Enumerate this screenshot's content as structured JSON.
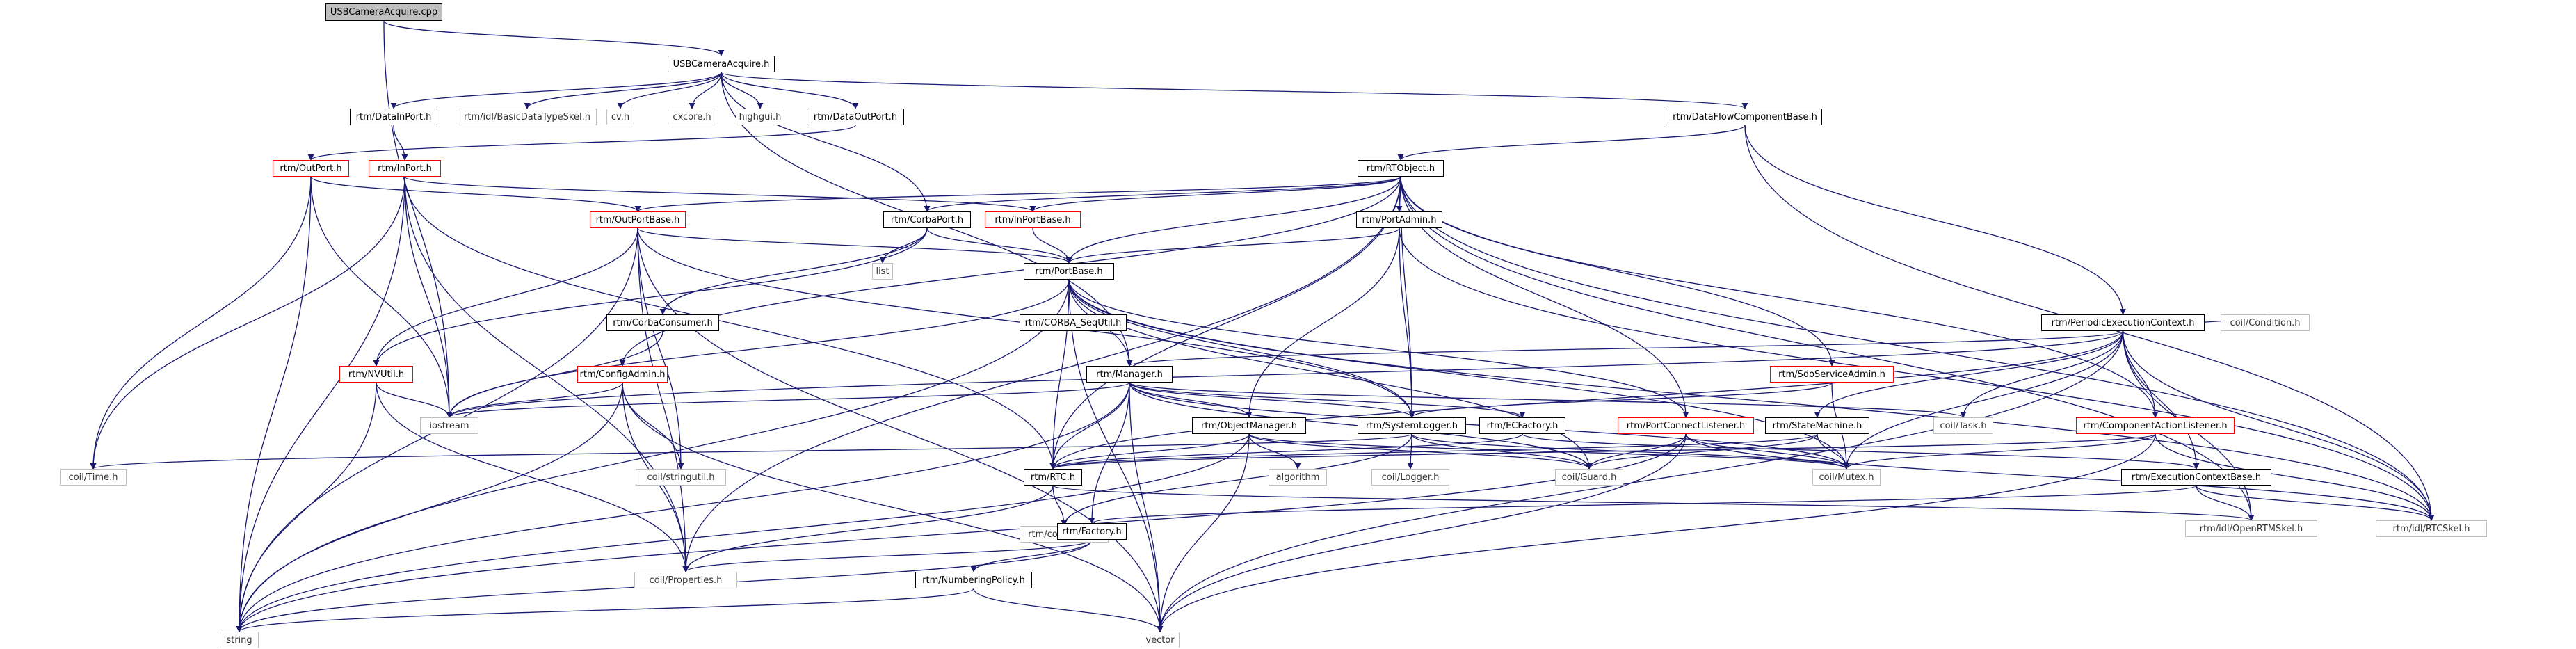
{
  "diagram": {
    "type": "include-dependency-graph",
    "colors": {
      "edge": "#191970",
      "root_fill": "#bfbfbf",
      "node_border": "#000000",
      "incomplete_border": "#ff0000",
      "system_border": "#bfbfbf"
    },
    "nodes": [
      {
        "id": "usbcam_cpp",
        "label": "USBCameraAcquire.cpp",
        "style": "root"
      },
      {
        "id": "usbcam_h",
        "label": "USBCameraAcquire.h",
        "style": "black"
      },
      {
        "id": "datainport",
        "label": "rtm/DataInPort.h",
        "style": "black"
      },
      {
        "id": "basicdatatype",
        "label": "rtm/idl/BasicDataTypeSkel.h",
        "style": "grey"
      },
      {
        "id": "cv",
        "label": "cv.h",
        "style": "grey"
      },
      {
        "id": "cvh",
        "label": "cv.h",
        "style": "grey"
      },
      {
        "id": "cxcore",
        "label": "cxcore.h",
        "style": "grey"
      },
      {
        "id": "highgui",
        "label": "highgui.h",
        "style": "grey"
      },
      {
        "id": "dataoutport",
        "label": "rtm/DataOutPort.h",
        "style": "black"
      },
      {
        "id": "dataflowcomp",
        "label": "rtm/DataFlowComponentBase.h",
        "style": "black"
      },
      {
        "id": "outport",
        "label": "rtm/OutPort.h",
        "style": "red"
      },
      {
        "id": "inport",
        "label": "rtm/InPort.h",
        "style": "red"
      },
      {
        "id": "rtobject",
        "label": "rtm/RTObject.h",
        "style": "black"
      },
      {
        "id": "outportbase",
        "label": "rtm/OutPortBase.h",
        "style": "red"
      },
      {
        "id": "corbaport",
        "label": "rtm/CorbaPort.h",
        "style": "black"
      },
      {
        "id": "inportbase",
        "label": "rtm/InPortBase.h",
        "style": "red"
      },
      {
        "id": "portadmin",
        "label": "rtm/PortAdmin.h",
        "style": "black"
      },
      {
        "id": "list",
        "label": "list",
        "style": "grey"
      },
      {
        "id": "portbase",
        "label": "rtm/PortBase.h",
        "style": "black"
      },
      {
        "id": "corbaconsumer",
        "label": "rtm/CorbaConsumer.h",
        "style": "black"
      },
      {
        "id": "corbaseq% ",
        "label": "rtm/CORBA_SeqUtil.h",
        "style": "black"
      },
      {
        "id": "periodicec",
        "label": "rtm/PeriodicExecutionContext.h",
        "style": "black"
      },
      {
        "id": "condition",
        "label": "coil/Condition.h",
        "style": "grey"
      },
      {
        "id": "nvutil",
        "label": "rtm/NVUtil.h",
        "style": "red"
      },
      {
        "id": "configadmin",
        "label": "rtm/ConfigAdmin.h",
        "style": "red"
      },
      {
        "id": "manager",
        "label": "rtm/Manager.h",
        "style": "black"
      },
      {
        "id": "sdoservice",
        "label": "rtm/SdoServiceAdmin.h",
        "style": "red"
      },
      {
        "id": "iostream",
        "label": "iostream",
        "style": "grey"
      },
      {
        "id": "objectmanager",
        "label": "rtm/ObjectManager.h",
        "style": "black"
      },
      {
        "id": "systemlogger",
        "label": "rtm/SystemLogger.h",
        "style": "black"
      },
      {
        "id": "ecfactory",
        "label": "rtm/ECFactory.h",
        "style": "black"
      },
      {
        "id": "portconnect",
        "label": "rtm/PortConnectListener.h",
        "style": "red"
      },
      {
        "id": "statemachine",
        "label": "rtm/StateMachine.h",
        "style": "black"
      },
      {
        "id": "task",
        "label": "coil/Task.h",
        "style": "grey"
      },
      {
        "id": "componentaction",
        "label": "rtm/ComponentActionListener.h",
        "style": "red"
      },
      {
        "id": "time",
        "label": "coil/Time.h",
        "style": "grey"
      },
      {
        "id": "stringutil",
        "label": "coil/stringutil.h",
        "style": "grey"
      },
      {
        "id": "rtc",
        "label": "rtm/RTC.h",
        "style": "black"
      },
      {
        "id": "algorithm",
        "label": "algorithm",
        "style": "grey"
      },
      {
        "id": "logger",
        "label": "coil/Logger.h",
        "style": "grey"
      },
      {
        "id": "guard",
        "label": "coil/Guard.h",
        "style": "grey"
      },
      {
        "id": "mutex",
        "label": "coil/Mutex.h",
        "style": "grey"
      },
      {
        "id": "ecbase",
        "label": "rtm/ExecutionContextBase.h",
        "style": "black"
      },
      {
        "id": "config_rtc",
        "label": "rtm/config_rtc.h",
        "style": "grey"
      },
      {
        "id": "factory",
        "label": "rtm/Factory.h",
        "style": "black"
      },
      {
        "id": "openrtm",
        "label": "rtm/idl/OpenRTMSkel.h",
        "style": "grey"
      },
      {
        "id": "rtcskel",
        "label": "rtm/idl/RTCSkel.h",
        "style": "grey"
      },
      {
        "id": "properties",
        "label": "coil/Properties.h",
        "style": "grey"
      },
      {
        "id": "numbering",
        "label": "rtm/NumberingPolicy.h",
        "style": "black"
      },
      {
        "id": "string",
        "label": "string",
        "style": "grey"
      },
      {
        "id": "vector",
        "label": "vector",
        "style": "grey"
      }
    ]
  }
}
